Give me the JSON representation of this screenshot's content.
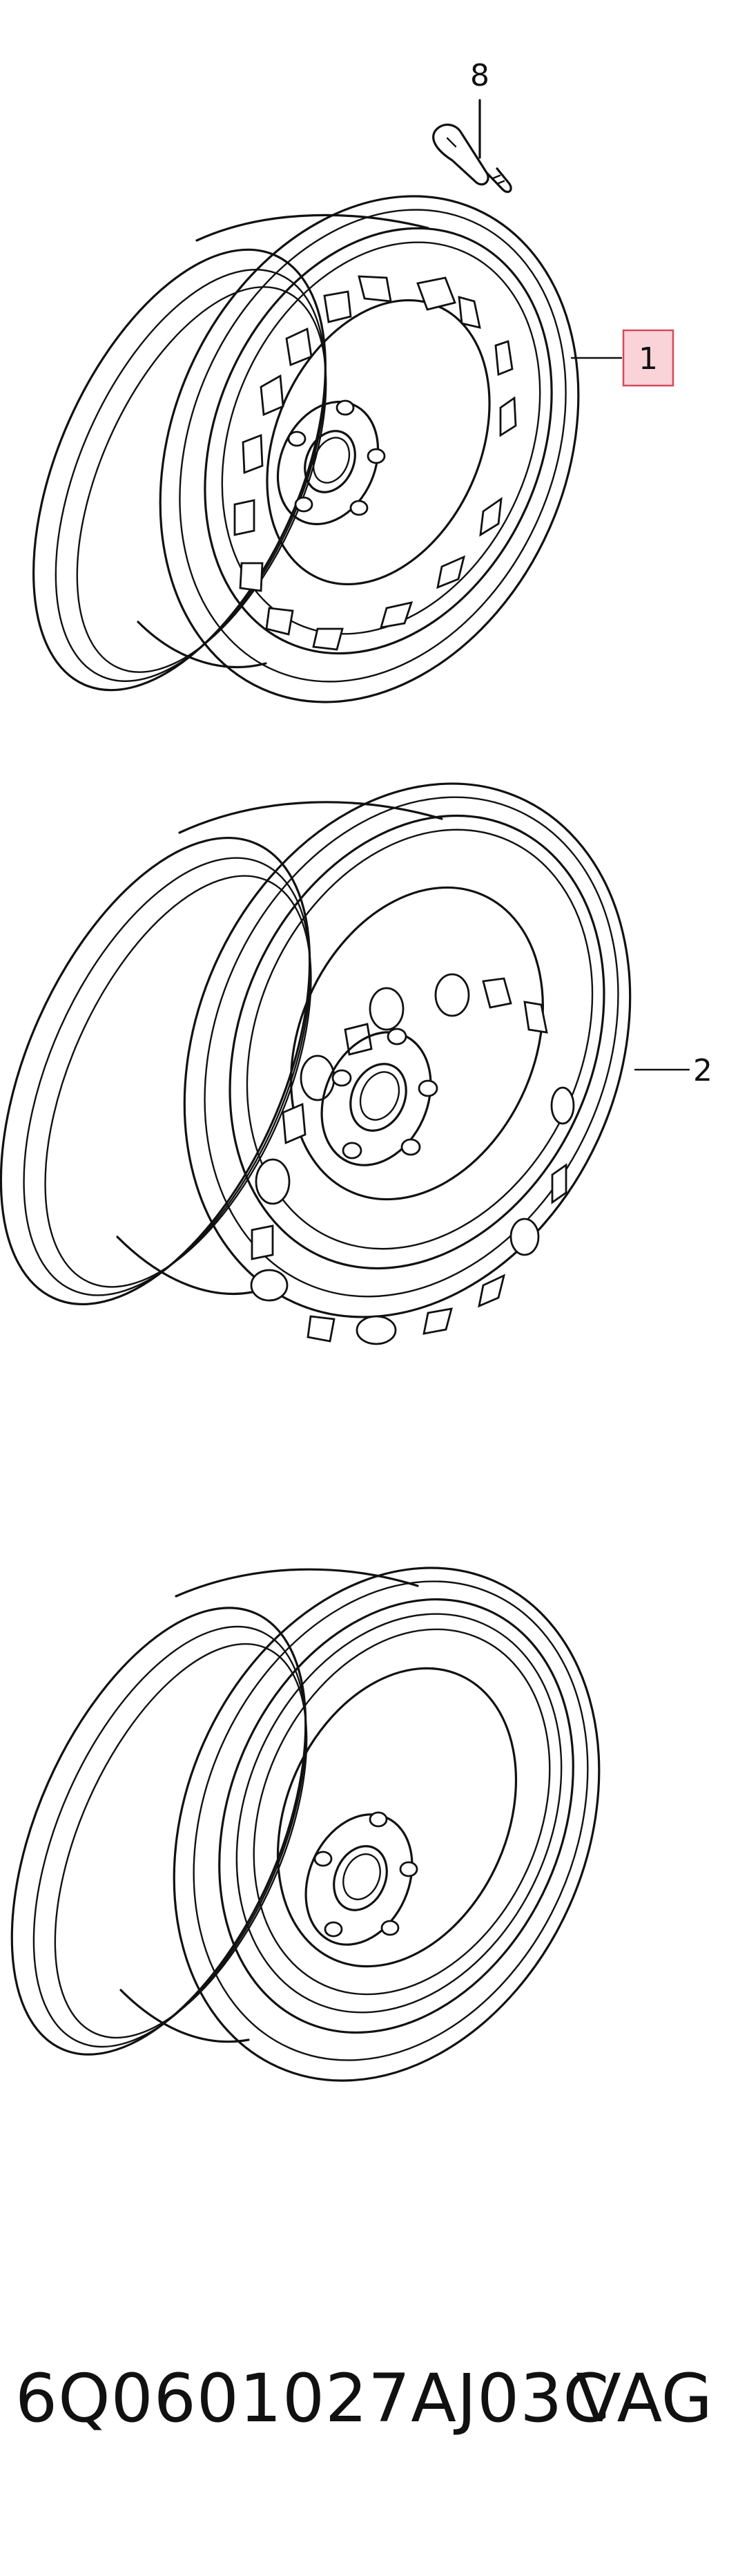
{
  "callouts": {
    "valve": "8",
    "wheel_top": "1",
    "wheel_middle": "2"
  },
  "footer": {
    "part_number": "6Q0601027AJ03C",
    "brand": "VAG"
  },
  "colors": {
    "line": "#111111",
    "highlight_fill": "#f9d3d8",
    "highlight_stroke": "#d64a5a"
  }
}
